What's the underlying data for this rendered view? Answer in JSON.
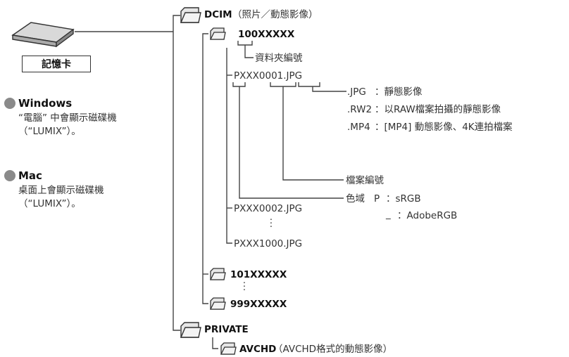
{
  "card": {
    "label": "記憶卡"
  },
  "os": {
    "windows": {
      "title": "Windows",
      "lines": [
        "“電腦” 中會顯示磁碟機",
        "（“LUMIX”）。"
      ]
    },
    "mac": {
      "title": "Mac",
      "lines": [
        "桌面上會顯示磁碟機",
        "（“LUMIX”）。"
      ]
    }
  },
  "tree": {
    "dcim": {
      "name": "DCIM",
      "desc": "（照片／動態影像）"
    },
    "folder100": {
      "name": "100XXXXX",
      "note": "資料夾編號"
    },
    "file1": {
      "name": "PXXX0001.JPG"
    },
    "extensions": [
      {
        "ext": ".JPG",
        "desc": "：靜態影像"
      },
      {
        "ext": ".RW2",
        "desc": "：以RAW檔案拍攝的靜態影像"
      },
      {
        "ext": ".MP4",
        "desc": "：[MP4] 動態影像、4K連拍檔案"
      }
    ],
    "file_number": "檔案編號",
    "color_space": {
      "label": "色域",
      "p_key": "P",
      "p_val": "：sRGB",
      "u_key": "_",
      "u_val": "：AdobeRGB"
    },
    "file2": {
      "name": "PXXX0002.JPG"
    },
    "file3": {
      "name": "PXXX1000.JPG"
    },
    "folder101": {
      "name": "101XXXXX"
    },
    "folder999": {
      "name": "999XXXXX"
    },
    "private": {
      "name": "PRIVATE"
    },
    "avchd": {
      "name": "AVCHD",
      "desc": "（AVCHD格式的動態影像）"
    }
  },
  "colors": {
    "line": "#444444",
    "folder_fill": "#e6e6e6",
    "bullet": "#8a8a8a"
  }
}
